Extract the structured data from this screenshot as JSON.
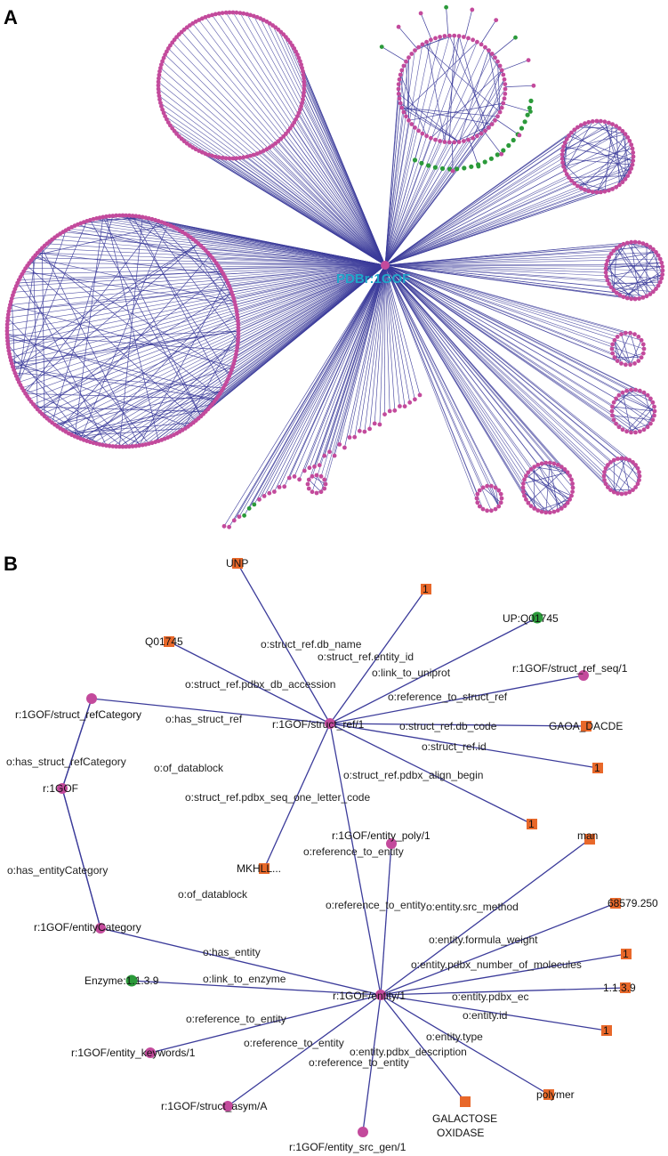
{
  "panels": {
    "a": {
      "label": "A",
      "hub_label": "PDBr:1GOF"
    },
    "b": {
      "label": "B"
    }
  },
  "colors": {
    "edge": "#3b3b9a",
    "entity_node": "#c34a9c",
    "literal_node": "#e8682a",
    "external_node": "#2b9a3a",
    "hub_text": "#1fa6c9"
  },
  "graph_b": {
    "nodes": [
      {
        "id": "ref",
        "label": "r:1GOF/struct_ref/1",
        "type": "entity"
      },
      {
        "id": "ent",
        "label": "r:1GOF/entity/1",
        "type": "entity"
      },
      {
        "id": "rgof",
        "label": "r:1GOF",
        "type": "entity"
      },
      {
        "id": "refcat",
        "label": "r:1GOF/struct_refCategory",
        "type": "entity"
      },
      {
        "id": "entcat",
        "label": "r:1GOF/entityCategory",
        "type": "entity"
      },
      {
        "id": "unp",
        "label": "UNP",
        "type": "literal"
      },
      {
        "id": "one_a",
        "label": "1",
        "type": "literal"
      },
      {
        "id": "upq",
        "label": "UP:Q01745",
        "type": "external"
      },
      {
        "id": "q01745",
        "label": "Q01745",
        "type": "literal"
      },
      {
        "id": "refseq",
        "label": "r:1GOF/struct_ref_seq/1",
        "type": "entity"
      },
      {
        "id": "gaoa",
        "label": "GAOA_DACDE",
        "type": "literal"
      },
      {
        "id": "one_b",
        "label": "1",
        "type": "literal"
      },
      {
        "id": "one_c",
        "label": "1",
        "type": "literal"
      },
      {
        "id": "mkhll",
        "label": "MKHLL...",
        "type": "literal"
      },
      {
        "id": "poly",
        "label": "r:1GOF/entity_poly/1",
        "type": "entity"
      },
      {
        "id": "man",
        "label": "man",
        "type": "literal"
      },
      {
        "id": "mw",
        "label": "68579.250",
        "type": "literal"
      },
      {
        "id": "one_d",
        "label": "1",
        "type": "literal"
      },
      {
        "id": "ec",
        "label": "1.1.3.9",
        "type": "literal"
      },
      {
        "id": "one_e",
        "label": "1",
        "type": "literal"
      },
      {
        "id": "enzyme",
        "label": "Enzyme:1.1.3.9",
        "type": "external"
      },
      {
        "id": "kw",
        "label": "r:1GOF/entity_keywords/1",
        "type": "entity"
      },
      {
        "id": "asym",
        "label": "r:1GOF/struct_asym/A",
        "type": "entity"
      },
      {
        "id": "srcgen",
        "label": "r:1GOF/entity_src_gen/1",
        "type": "entity"
      },
      {
        "id": "gal",
        "label": "GALACTOSE OXIDASE",
        "type": "literal"
      },
      {
        "id": "polymer",
        "label": "polymer",
        "type": "literal"
      }
    ],
    "edges": [
      {
        "from": "ref",
        "to": "unp",
        "label": "o:struct_ref.db_name"
      },
      {
        "from": "ref",
        "to": "one_a",
        "label": "o:struct_ref.entity_id"
      },
      {
        "from": "ref",
        "to": "upq",
        "label": "o:link_to_uniprot"
      },
      {
        "from": "ref",
        "to": "q01745",
        "label": "o:struct_ref.pdbx_db_accession"
      },
      {
        "from": "refseq",
        "to": "ref",
        "label": "o:reference_to_struct_ref"
      },
      {
        "from": "refcat",
        "to": "ref",
        "label": "o:has_struct_ref"
      },
      {
        "from": "ref",
        "to": "gaoa",
        "label": "o:struct_ref.db_code"
      },
      {
        "from": "ref",
        "to": "one_b",
        "label": "o:struct_ref.id"
      },
      {
        "from": "ref",
        "to": "one_c",
        "label": "o:struct_ref.pdbx_align_begin"
      },
      {
        "from": "ref",
        "to": "mkhll",
        "label": "o:struct_ref.pdbx_seq_one_letter_code"
      },
      {
        "from": "rgof",
        "to": "refcat",
        "label": "o:has_struct_refCategory"
      },
      {
        "from": "refcat",
        "to": "rgof",
        "label": "o:of_datablock"
      },
      {
        "from": "rgof",
        "to": "entcat",
        "label": "o:has_entityCategory"
      },
      {
        "from": "entcat",
        "to": "rgof",
        "label": "o:of_datablock"
      },
      {
        "from": "ref",
        "to": "ent",
        "label": "o:reference_to_entity"
      },
      {
        "from": "poly",
        "to": "ent",
        "label": "o:reference_to_entity"
      },
      {
        "from": "entcat",
        "to": "ent",
        "label": "o:has_entity"
      },
      {
        "from": "ent",
        "to": "enzyme",
        "label": "o:link_to_enzyme"
      },
      {
        "from": "kw",
        "to": "ent",
        "label": "o:reference_to_entity"
      },
      {
        "from": "asym",
        "to": "ent",
        "label": "o:reference_to_entity"
      },
      {
        "from": "srcgen",
        "to": "ent",
        "label": "o:reference_to_entity"
      },
      {
        "from": "ent",
        "to": "man",
        "label": "o:entity.src_method"
      },
      {
        "from": "ent",
        "to": "mw",
        "label": "o:entity.formula_weight"
      },
      {
        "from": "ent",
        "to": "one_d",
        "label": "o:entity.pdbx_number_of_molecules"
      },
      {
        "from": "ent",
        "to": "ec",
        "label": "o:entity.pdbx_ec"
      },
      {
        "from": "ent",
        "to": "one_e",
        "label": "o:entity.id"
      },
      {
        "from": "ent",
        "to": "polymer",
        "label": "o:entity.type"
      },
      {
        "from": "ent",
        "to": "gal",
        "label": "o:entity.pdbx_description"
      }
    ]
  }
}
